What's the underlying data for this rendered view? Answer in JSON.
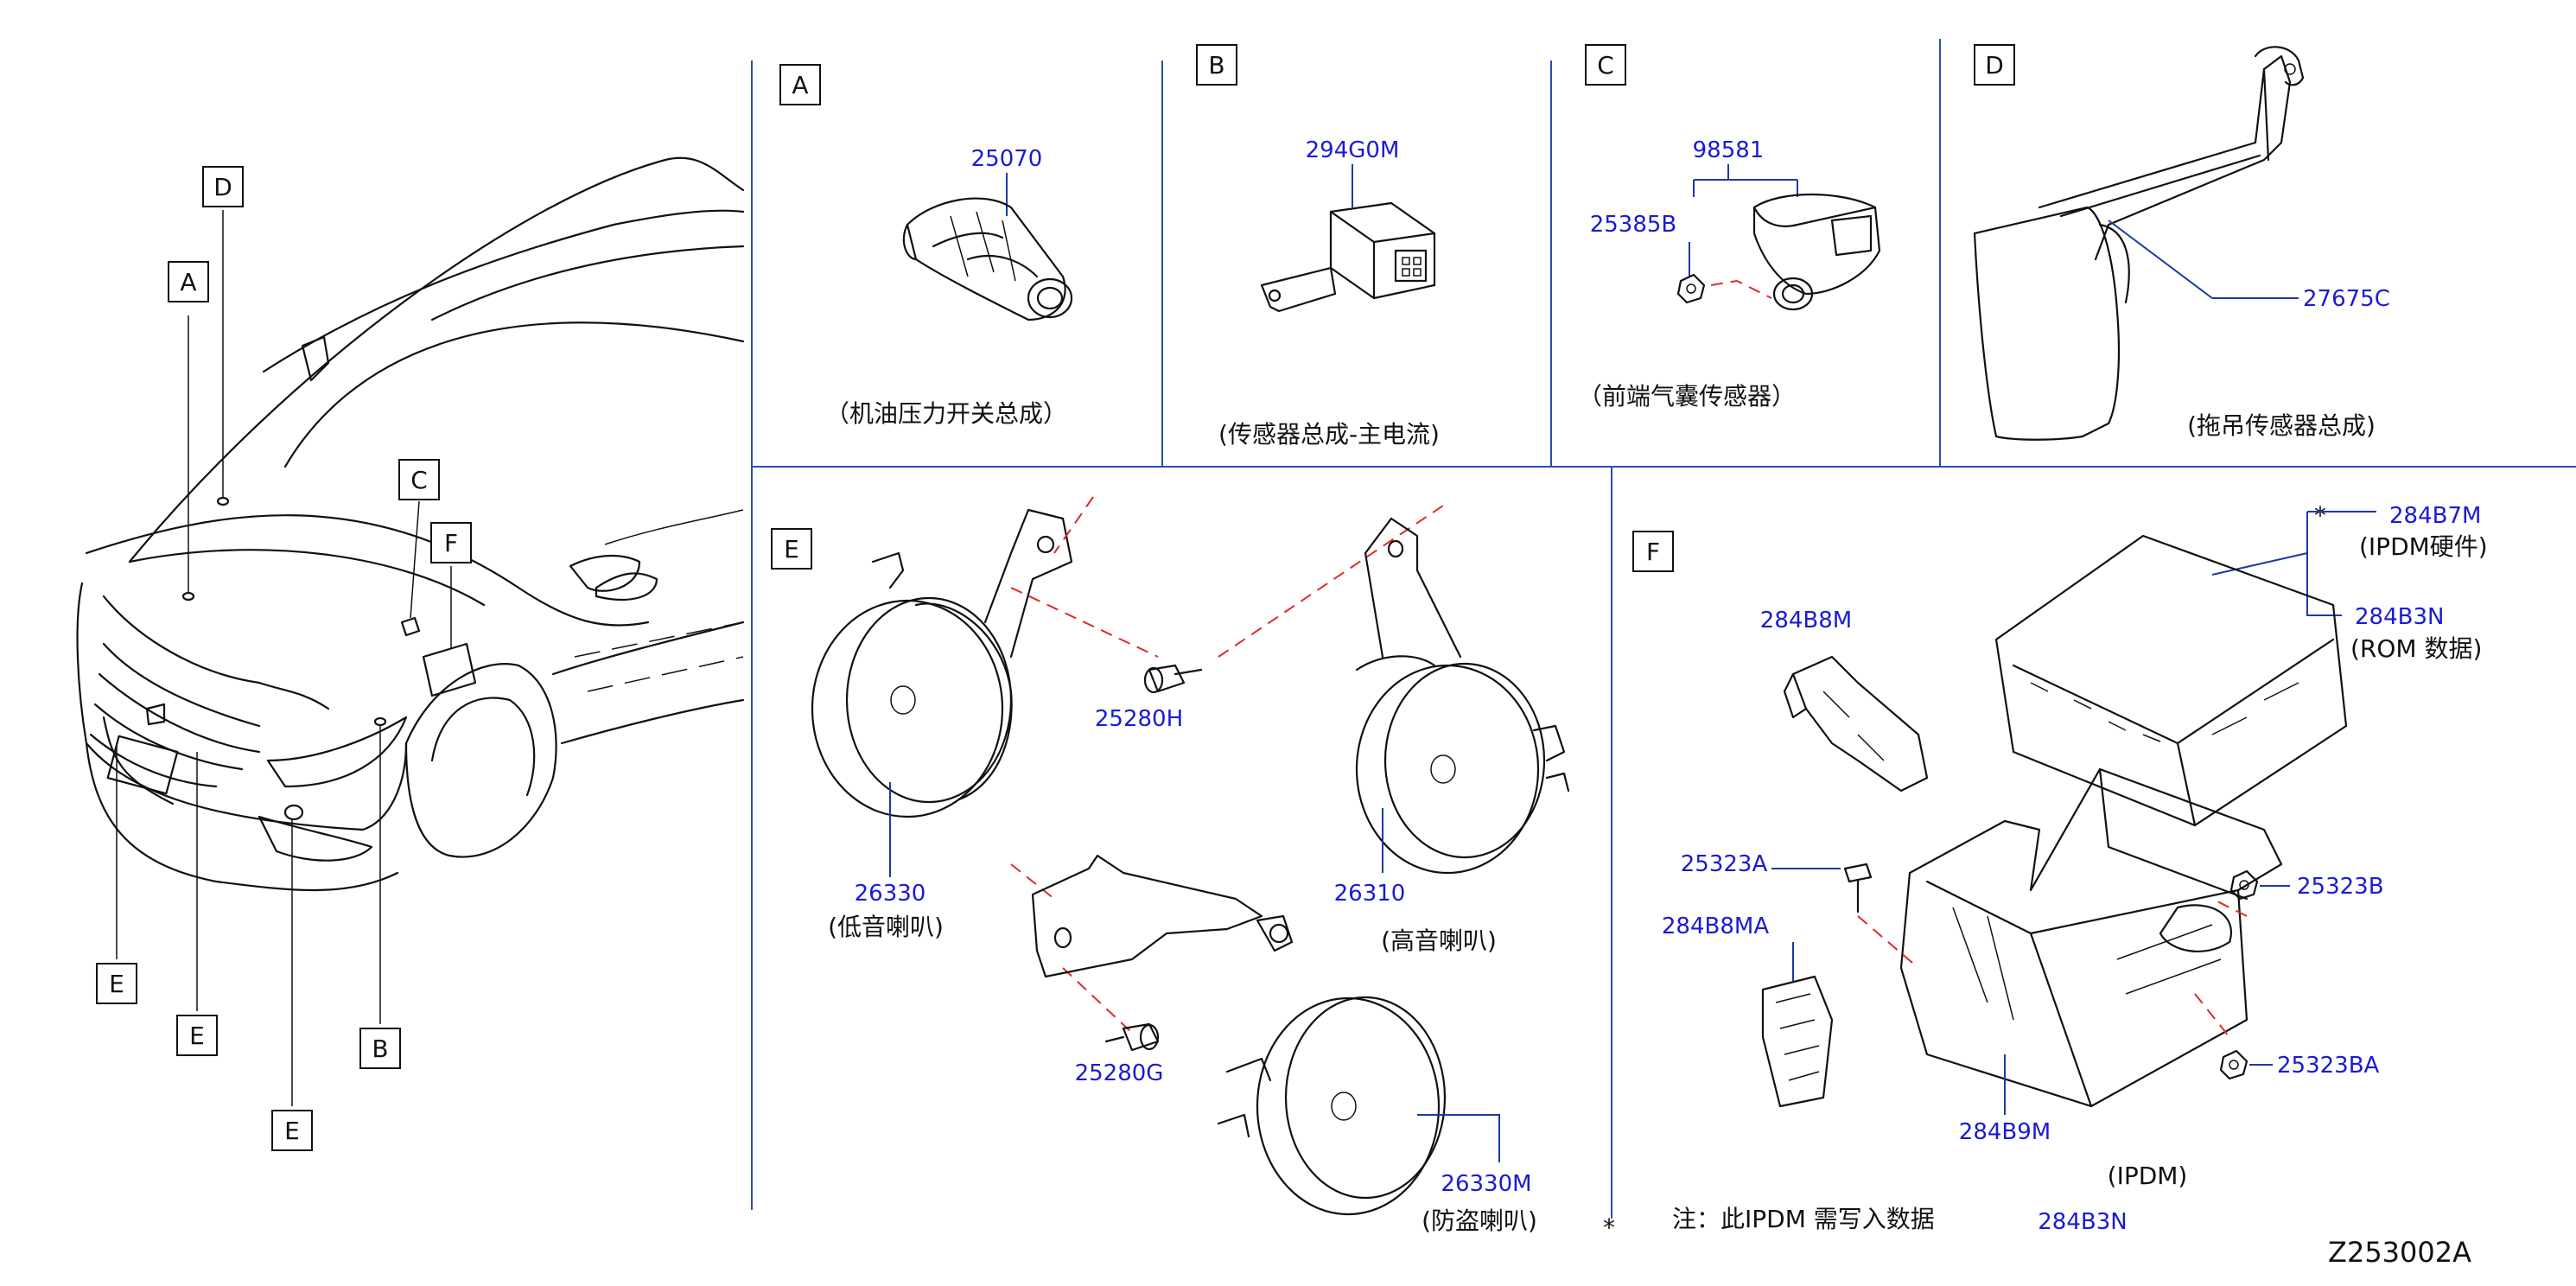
{
  "diagram_id": "Z253002A",
  "car_callouts": [
    "A",
    "D",
    "C",
    "F",
    "E",
    "E",
    "E",
    "B"
  ],
  "panels": {
    "A": {
      "letter": "A",
      "part": "25070",
      "caption": "（机油压力开关总成）"
    },
    "B": {
      "letter": "B",
      "part": "294G0M",
      "caption": "(传感器总成-主电流)"
    },
    "C": {
      "letter": "C",
      "part_top": "98581",
      "part_nut": "25385B",
      "caption": "（前端气囊传感器）"
    },
    "D": {
      "letter": "D",
      "part": "27675C",
      "caption": "(拖吊传感器总成)"
    },
    "E": {
      "letter": "E",
      "low_horn_part": "26330",
      "low_horn_caption": "(低音喇叭)",
      "bolt_h": "25280H",
      "high_horn_part": "26310",
      "high_horn_caption": "(高音喇叭)",
      "bolt_g": "25280G",
      "security_horn_part": "26330M",
      "security_horn_caption": "(防盗喇叭)"
    },
    "F": {
      "letter": "F",
      "star": "*",
      "cover_part": "284B7M",
      "cover_note": "(IPDM硬件)",
      "rom_part": "284B3N",
      "rom_note": "(ROM 数据)",
      "bracket_part": "284B8M",
      "bolt_a": "25323A",
      "bracket_a_part": "284B8MA",
      "nut_b": "25323B",
      "nut_ba": "25323BA",
      "box_part": "284B9M",
      "ipdm_label": "(IPDM)"
    }
  },
  "footnote": {
    "star": "*",
    "text": "注：此IPDM  需写入数据",
    "part": "284B3N"
  }
}
